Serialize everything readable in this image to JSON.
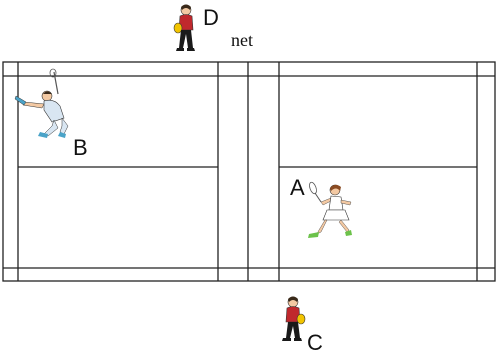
{
  "labels": {
    "player_a": "A",
    "player_b": "B",
    "player_c": "C",
    "player_d": "D",
    "net": "net"
  },
  "colors": {
    "court_line": "#222222",
    "umpire_shirt": "#c0282d",
    "player_shirt": "#d9e6f2",
    "skirt": "#ffffff",
    "skin": "#f3c9a3",
    "hair": "#3a2a1a",
    "shoe": "#4aa3c8"
  },
  "icons": {
    "player_a": "female-badminton-player-icon",
    "player_b": "male-badminton-player-icon",
    "player_c": "umpire-figure-icon",
    "player_d": "umpire-figure-icon"
  }
}
